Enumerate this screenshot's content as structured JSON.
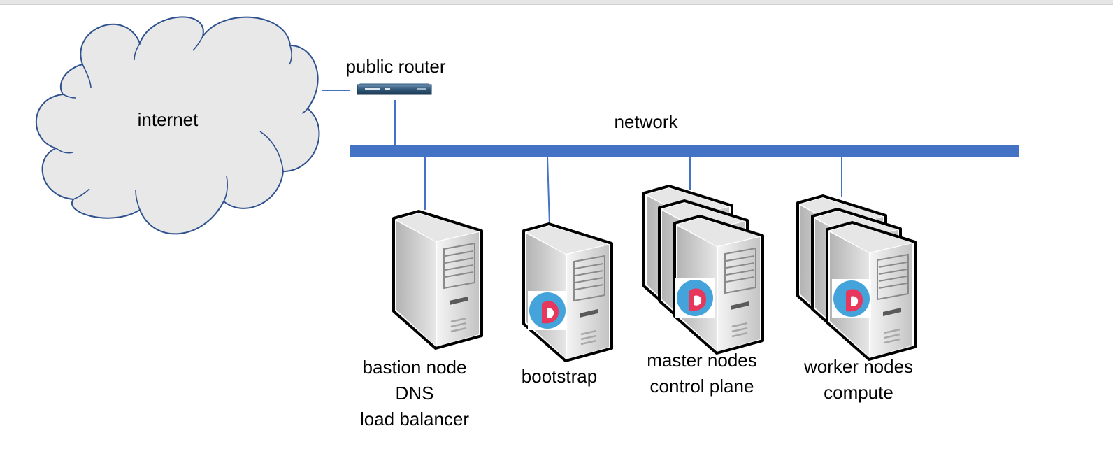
{
  "labels": {
    "internet": "internet",
    "router": "public router",
    "network": "network",
    "bastion": [
      "bastion node",
      "DNS",
      "load balancer"
    ],
    "bootstrap": "bootstrap",
    "master": [
      "master nodes",
      "control plane"
    ],
    "worker": [
      "worker nodes",
      "compute"
    ]
  },
  "colors": {
    "network_bus": "#4472C4",
    "cloud_fill": "#E8E8E8",
    "cloud_stroke": "#2F528F",
    "logo_blue": "#45A3DC",
    "logo_red": "#E8375C"
  },
  "icons": {
    "cloud": "cloud-icon",
    "router": "router-icon",
    "server": "server-icon",
    "logo": "coreos-logo"
  }
}
